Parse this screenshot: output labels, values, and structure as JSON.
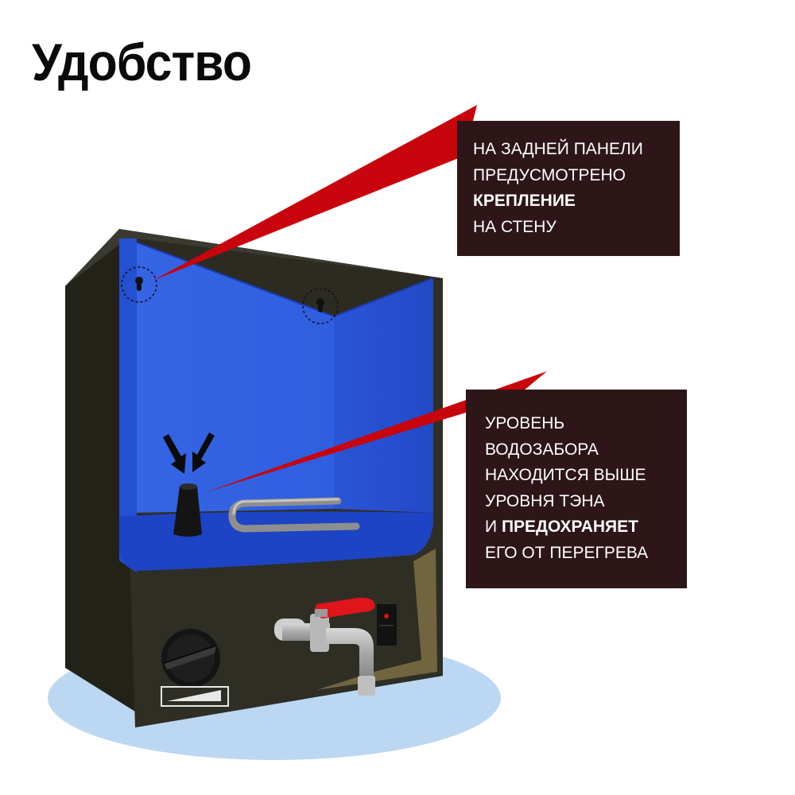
{
  "title": "Удобство",
  "callout_mount": {
    "line1": "НА ЗАДНЕЙ ПАНЕЛИ",
    "line2": "ПРЕДУСМОТРЕНО",
    "line3_bold": "КРЕПЛЕНИЕ",
    "line4": "НА СТЕНУ"
  },
  "callout_intake": {
    "line1": "УРОВЕНЬ",
    "line2": "ВОДОЗАБОРА",
    "line3": "НАХОДИТСЯ ВЫШЕ",
    "line4": "УРОВНЯ ТЭНА",
    "line5_prefix": "И ",
    "line5_bold": "ПРЕДОХРАНЯЕТ",
    "line6": "ЕГО ОТ ПЕРЕГРЕВА"
  },
  "colors": {
    "callout_bg": "#2d1518",
    "pointer_red": "#c8040c",
    "tank_blue": "#2f64ea",
    "body_dark": "#2f2e24",
    "shadow_blue": "#b9d6f2",
    "valve_red": "#e0141a"
  },
  "icons": [
    "wall-mount-keyhole-icon",
    "arrow-down-icon",
    "water-intake-icon",
    "heating-element-icon",
    "thermostat-knob-icon",
    "faucet-icon",
    "indicator-light-icon"
  ]
}
